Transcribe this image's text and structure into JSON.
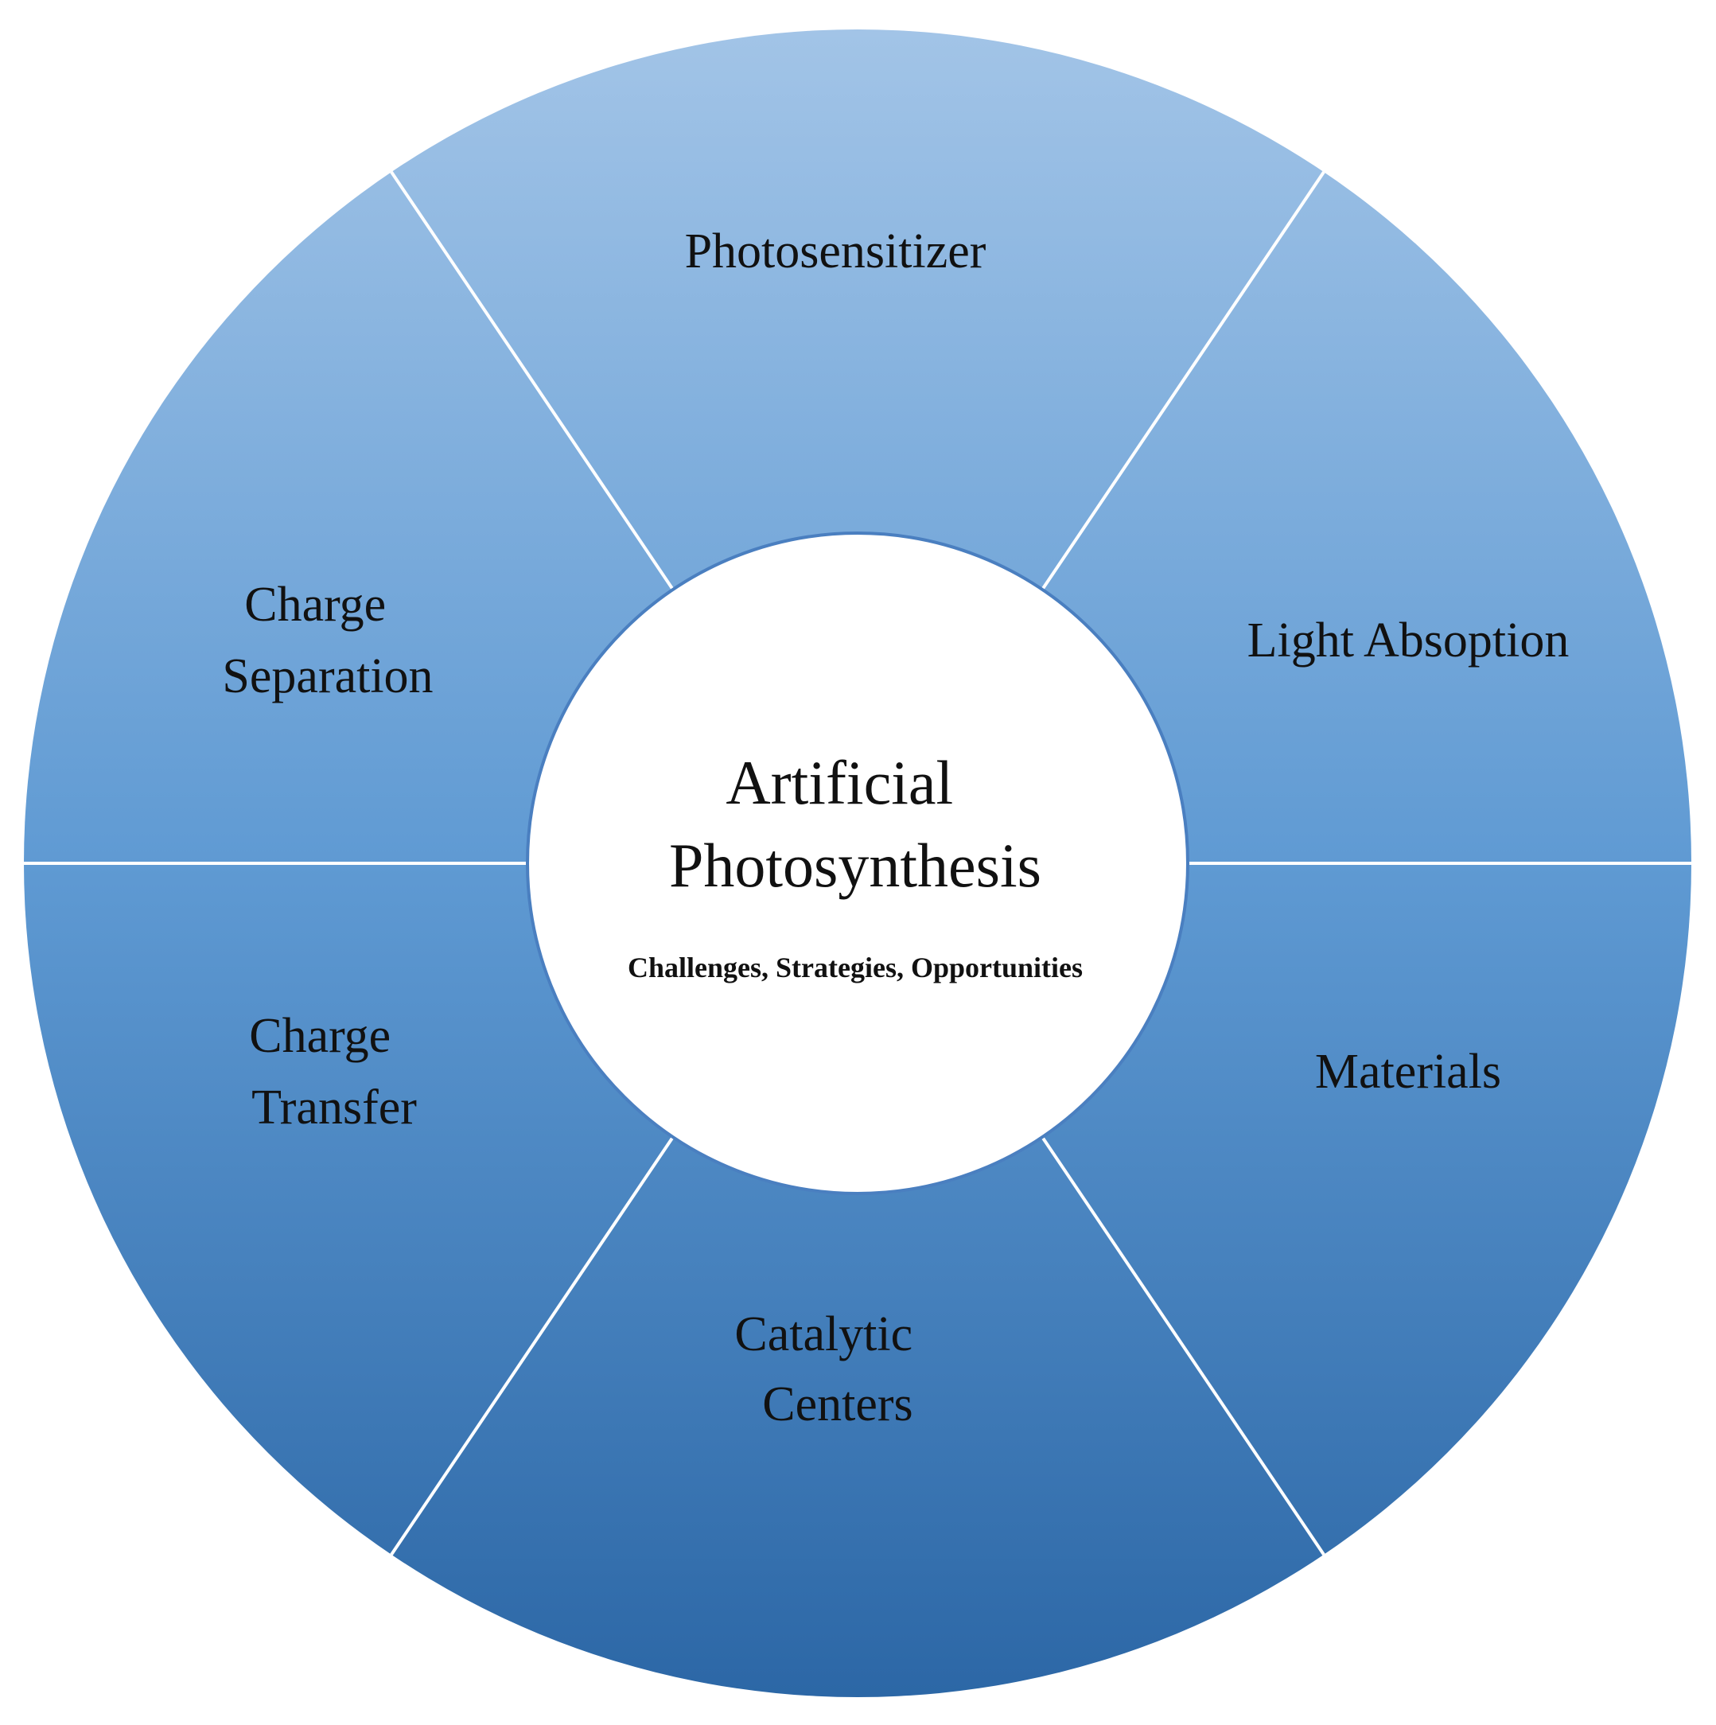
{
  "diagram": {
    "center": {
      "title_lines": [
        "Artificial",
        "Photosynthesis"
      ],
      "subtitle": "Challenges, Strategies, Opportunities"
    },
    "segments": [
      {
        "id": "photosensitizer",
        "lines": [
          "Photosensitizer"
        ]
      },
      {
        "id": "light-absorption",
        "lines": [
          "Light Absoption"
        ]
      },
      {
        "id": "materials",
        "lines": [
          "Materials"
        ]
      },
      {
        "id": "catalytic-centers",
        "lines": [
          "Catalytic",
          "Centers"
        ]
      },
      {
        "id": "charge-transfer",
        "lines": [
          "Charge",
          "Transfer"
        ]
      },
      {
        "id": "charge-separation",
        "lines": [
          "Charge",
          "Separation"
        ]
      }
    ],
    "colors": {
      "gradient_top": "#a2c4e7",
      "gradient_mid": "#5f9ad3",
      "gradient_bottom": "#2c67a6",
      "divider": "#ffffff",
      "center_fill": "#ffffff",
      "center_stroke": "#4a7fc0"
    }
  }
}
